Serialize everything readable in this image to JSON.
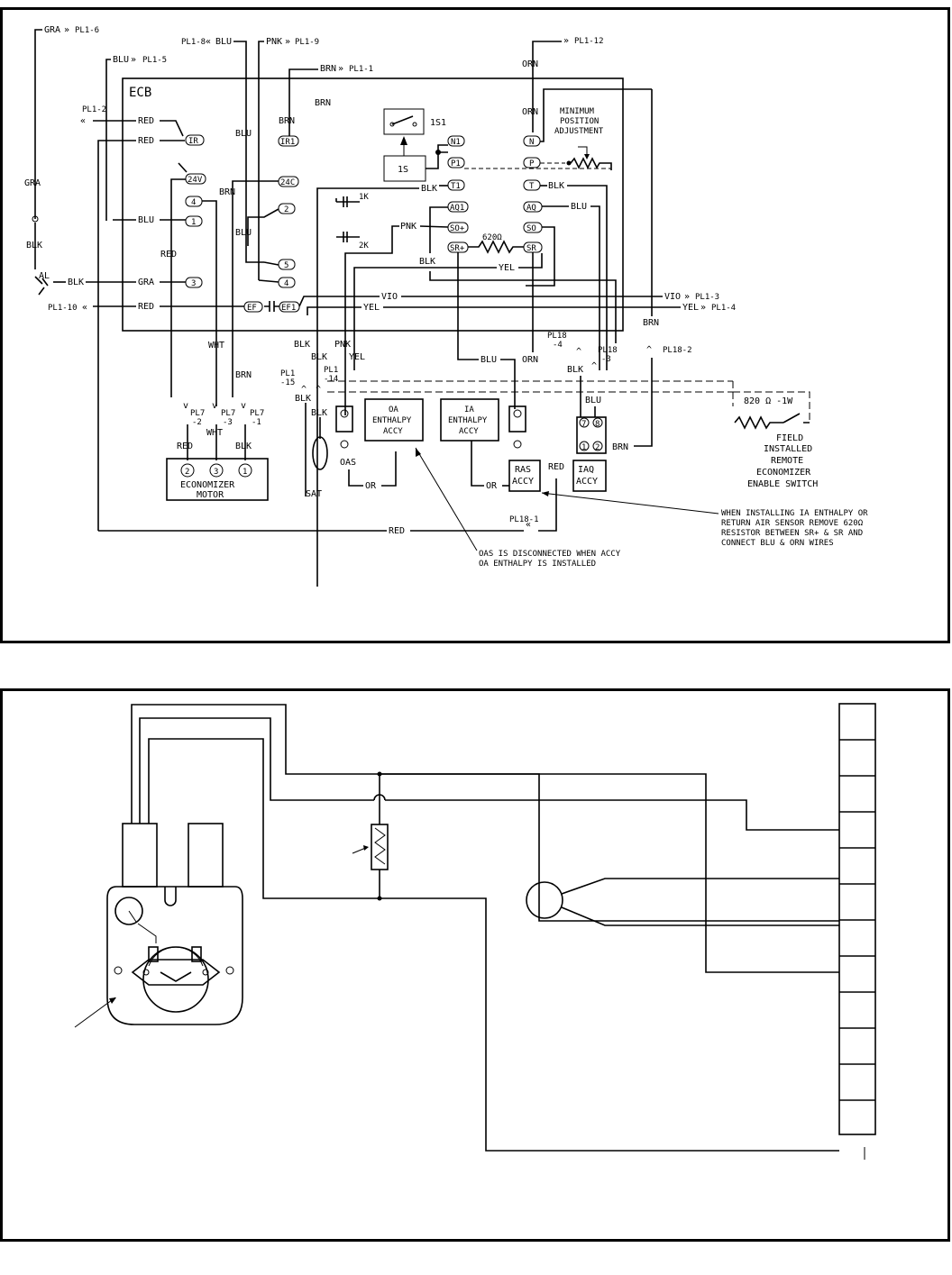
{
  "ecb": {
    "title": "ECB"
  },
  "wire_labels": {
    "gra_top": "GRA",
    "pl1_6": "PL1-6",
    "blu_top": "BLU",
    "pl1_5": "PL1-5",
    "pl1_8": "PL1-8",
    "blu_pl1_8": "BLU",
    "pnk_top": "PNK",
    "pl1_9": "PL1-9",
    "brn_pl1_1": "BRN",
    "pl1_1": "PL1-1",
    "pl1_12": "PL1-12",
    "orn_1": "ORN",
    "orn_2": "ORN",
    "pl1_2": "PL1-2",
    "red_1": "RED",
    "red_2": "RED",
    "brn_a": "BRN",
    "brn_b": "BRN",
    "blu_mid": "BLU",
    "gra_left": "GRA",
    "blk_left": "BLK",
    "al": "AL",
    "blk_al": "BLK",
    "gra_3": "GRA",
    "pl1_10": "PL1-10",
    "red_ef": "RED",
    "blu_1": "BLU",
    "red_vert": "RED",
    "brn_24c": "BRN",
    "blu_2": "BLU",
    "vio": "VIO",
    "yel": "YEL",
    "vio_out": "VIO",
    "pl1_3": "PL1-3",
    "yel_out": "YEL",
    "pl1_4": "PL1-4",
    "blk_t": "BLK",
    "blk_t2": "BLK",
    "pnk": "PNK",
    "blu_aq": "BLU",
    "blk_sr": "BLK",
    "yel_sr": "YEL",
    "wht_1": "WHT",
    "brn_pl7": "BRN",
    "blk_a": "BLK",
    "pnk_b": "PNK",
    "blk_b": "BLK",
    "yel_b": "YEL",
    "blu_c": "BLU",
    "orn_c": "ORN",
    "brn_pl18": "BRN",
    "pl18_2": "PL18-2",
    "pl18_4a": "PL18",
    "pl18_4b": "-4",
    "pl18_3a": "PL18",
    "pl18_3b": "-3",
    "blk_pl18": "BLK",
    "blu_pl18": "BLU",
    "pl1_15a": "PL1",
    "pl1_15b": "-15",
    "pl1_14a": "PL1",
    "pl1_14b": "-14",
    "blk_c": "BLK",
    "blk_d": "BLK",
    "pl7_2a": "PL7",
    "pl7_2b": "-2",
    "pl7_3a": "PL7",
    "pl7_3b": "-3",
    "pl7_1a": "PL7",
    "pl7_1b": "-1",
    "red_m": "RED",
    "wht_m": "WHT",
    "blk_m": "BLK",
    "oas": "OAS",
    "sat": "SAT",
    "or_1": "OR",
    "or_2": "OR",
    "red_ras": "RED",
    "brn_iaq": "BRN",
    "red_bottom": "RED",
    "pl18_1": "PL18-1"
  },
  "terminals": {
    "ir": "IR",
    "v24": "24V",
    "t4": "4",
    "t1": "1",
    "t3": "3",
    "ef": "EF",
    "ef1": "EF1",
    "ir1": "IR1",
    "c24": "24C",
    "t2": "2",
    "t5": "5",
    "t4b": "4",
    "n1": "N1",
    "p1": "P1",
    "t1_": "T1",
    "aq1": "AQ1",
    "so_plus": "SO+",
    "sr_plus": "SR+",
    "n": "N",
    "p": "P",
    "t": "T",
    "aq": "AQ",
    "so": "SO",
    "sr": "SR",
    "iaq7": "7",
    "iaq8": "8",
    "iaq1": "1",
    "iaq2": "2",
    "m2": "2",
    "m3": "3",
    "m1": "1"
  },
  "components": {
    "switch_1s1": "1S1",
    "relay_1s": "1S",
    "k1": "1K",
    "k2": "2K",
    "resistor": "620Ω",
    "min_pos_1": "MINIMUM",
    "min_pos_2": "POSITION",
    "min_pos_3": "ADJUSTMENT",
    "oa_enthalpy": [
      "OA",
      "ENTHALPY",
      "ACCY"
    ],
    "ia_enthalpy": [
      "IA",
      "ENTHALPY",
      "ACCY"
    ],
    "ras_accy": [
      "RAS",
      "ACCY"
    ],
    "iaq_accy": [
      "IAQ",
      "ACCY"
    ],
    "motor_1": "ECONOMIZER",
    "motor_2": "MOTOR",
    "field_resistor": "820 Ω -1W",
    "field_switch": [
      "FIELD",
      "INSTALLED",
      "REMOTE",
      "ECONOMIZER",
      "ENABLE SWITCH"
    ]
  },
  "notes": {
    "install_note": [
      "WHEN INSTALLING IA ENTHALPY OR",
      "RETURN AIR SENSOR REMOVE 620Ω",
      "RESISTOR BETWEEN SR+ & SR AND",
      "CONNECT BLU & ORN WIRES"
    ],
    "oas_note": [
      "OAS IS DISCONNECTED WHEN ACCY",
      "OA ENTHALPY IS INSTALLED"
    ]
  },
  "bottom_diagram": {
    "terminal_strip_count": 12
  }
}
